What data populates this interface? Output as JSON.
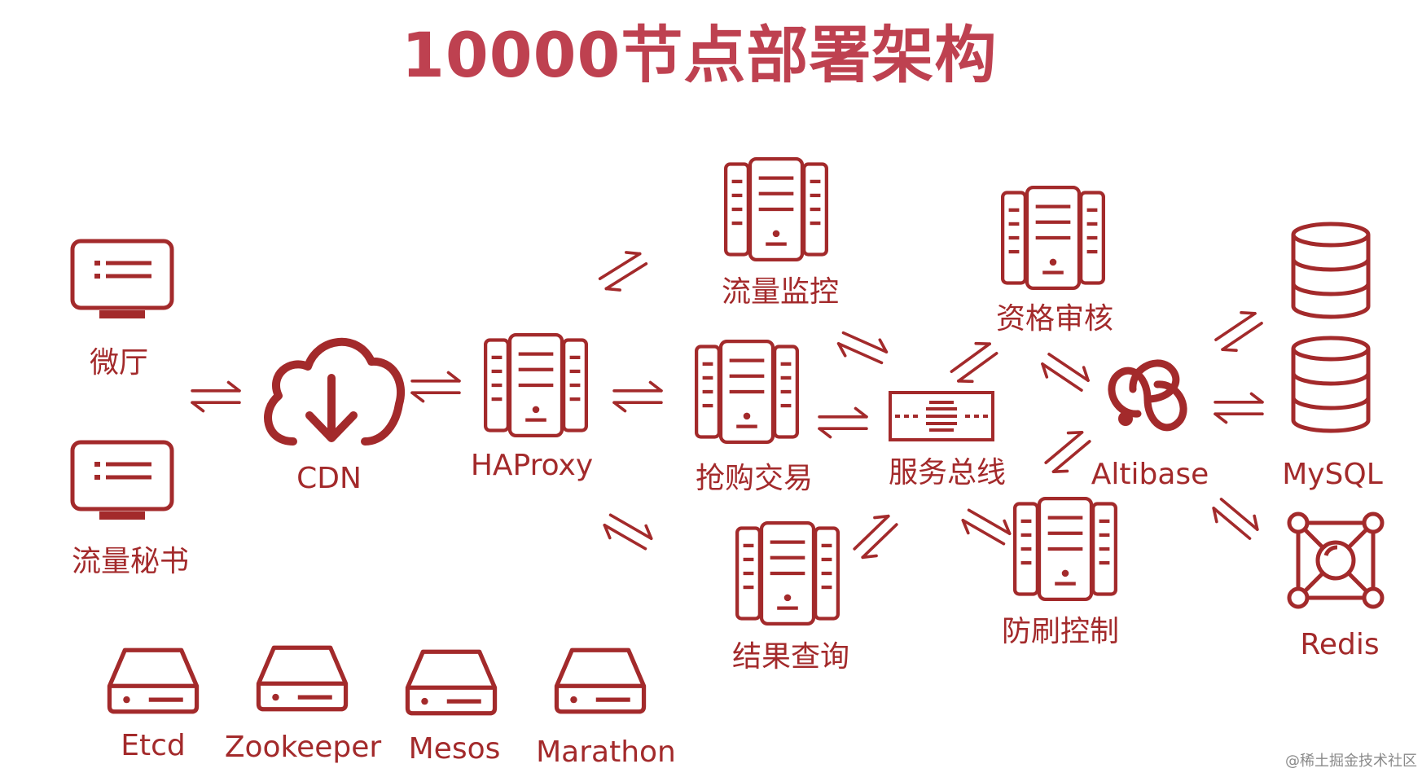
{
  "title": "10000节点部署架构",
  "nodes": {
    "weiting": "微厅",
    "liuliang_mishu": "流量秘书",
    "cdn": "CDN",
    "haproxy": "HAProxy",
    "liuliang_jiankong": "流量监控",
    "qianggou_jiaoyi": "抢购交易",
    "jieguo_chaxun": "结果查询",
    "fuwu_zongxian": "服务总线",
    "zige_shenhe": "资格审核",
    "fangshua_kongzhi": "防刷控制",
    "altibase": "Altibase",
    "mysql": "MySQL",
    "redis": "Redis"
  },
  "infra": {
    "etcd": "Etcd",
    "zookeeper": "Zookeeper",
    "mesos": "Mesos",
    "marathon": "Marathon"
  },
  "watermark": "@稀土掘金技术社区",
  "colors": {
    "icon": "#a32a2b",
    "title": "#be4150"
  },
  "icons": {
    "terminal": "monitor-icon",
    "cloud": "cloud-download-icon",
    "server": "server-rack-icon",
    "bus": "service-bus-icon",
    "altibase": "altibase-logo-icon",
    "database": "database-icon",
    "redis": "redis-cube-icon",
    "drive": "hard-drive-icon"
  }
}
